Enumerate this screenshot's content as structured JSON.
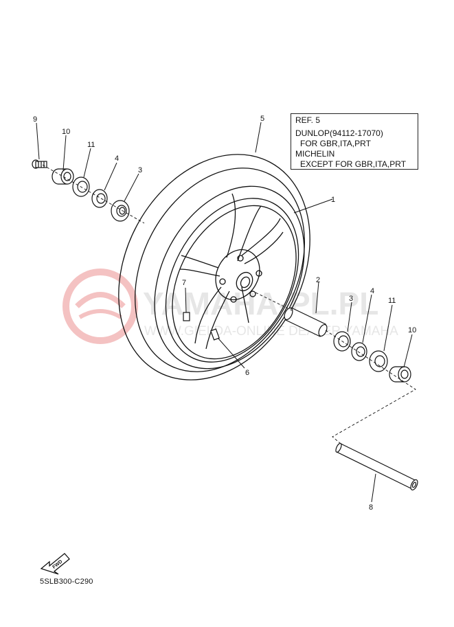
{
  "watermark": {
    "line1": "YAMAHA-PL.PL",
    "line2": "WWW.GIELDA-ONLINE DEALER YAMAHA",
    "color": "#f2b8b8"
  },
  "ref_box": {
    "title": "REF. 5",
    "line1": "DUNLOP(94112-17070)",
    "line2": "FOR GBR,ITA,PRT",
    "line3": "MICHELIN",
    "line4": "EXCEPT FOR GBR,ITA,PRT"
  },
  "callouts": {
    "c1": "1",
    "c2": "2",
    "c3a": "3",
    "c3b": "3",
    "c4a": "4",
    "c4b": "4",
    "c5": "5",
    "c6": "6",
    "c7": "7",
    "c8": "8",
    "c9": "9",
    "c10a": "10",
    "c10b": "10",
    "c11a": "11",
    "c11b": "11"
  },
  "fwd_label": "FWD",
  "diagram_code": "5SLB300-C290"
}
